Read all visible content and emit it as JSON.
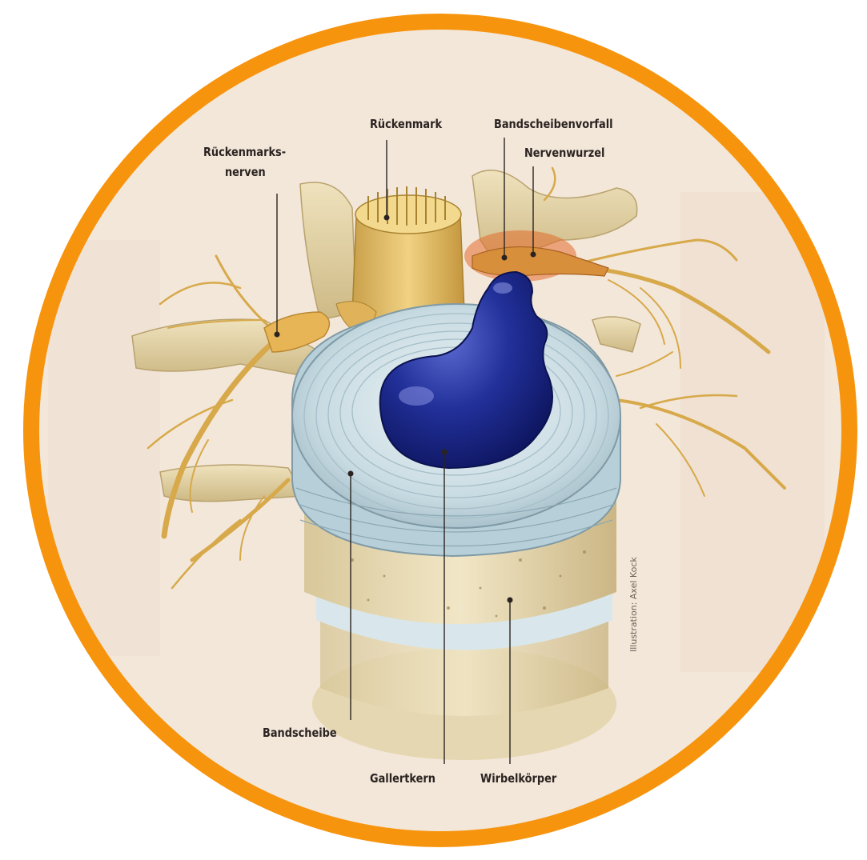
{
  "labels": {
    "rueckenmarksnerven_line1": "Rückenmarks-",
    "rueckenmarksnerven_line2": "nerven",
    "rueckenmark": "Rückenmark",
    "bandscheibenvorfall": "Bandscheibenvorfall",
    "nervenwurzel": "Nervenwurzel",
    "bandscheibe": "Bandscheibe",
    "gallertkern": "Gallertkern",
    "wirbelkoerper": "Wirbelkörper"
  },
  "credit": "Illustration: Axel Kock",
  "colors": {
    "frame_ring": "#F7940E",
    "paper": "#F3E7DA",
    "nucleus": "#1E2A8C",
    "bone": "#E2D2A8",
    "nerve": "#D7A94A",
    "disc": "#C9DCE3"
  }
}
